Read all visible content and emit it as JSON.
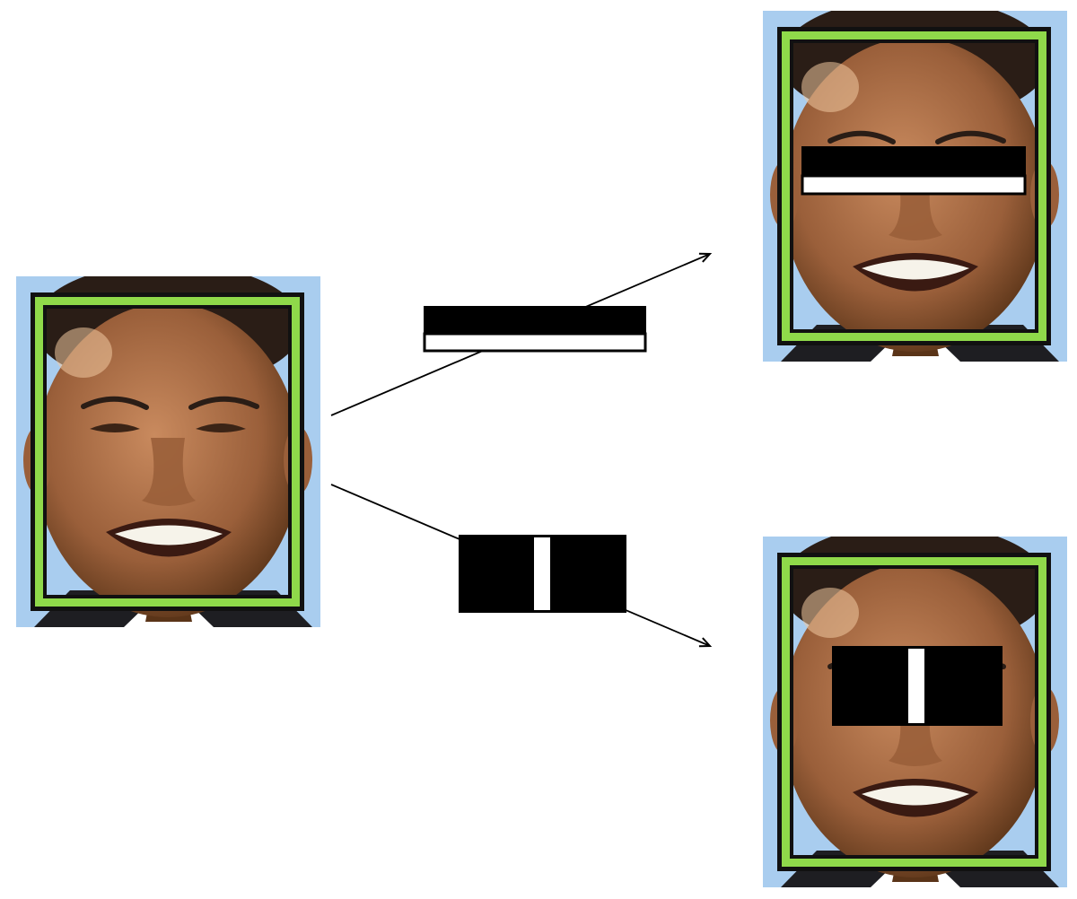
{
  "diagram": {
    "colors": {
      "background": "#ffffff",
      "sky": "#a9cdef",
      "skin_light": "#c98a5e",
      "skin_mid": "#9a5f3a",
      "skin_dark": "#5a3418",
      "hair": "#2a1d16",
      "teeth": "#f6f3ea",
      "mouth": "#3a1a12",
      "suit": "#1e1e22",
      "shirt": "#ffffff",
      "detection_frame_green": "#8fd94a",
      "detection_frame_black": "#111111",
      "feature_dark": "#000000",
      "feature_light": "#ffffff",
      "arrow": "#000000"
    },
    "nodes": [
      {
        "id": "input-face",
        "kind": "photo"
      },
      {
        "id": "output-face-top",
        "kind": "photo"
      },
      {
        "id": "output-face-bottom",
        "kind": "photo"
      }
    ],
    "haar_features": [
      {
        "id": "edge-feature",
        "orientation": "horizontal",
        "pattern": [
          "dark",
          "light"
        ]
      },
      {
        "id": "line-feature",
        "orientation": "vertical",
        "pattern": [
          "dark",
          "light",
          "dark"
        ]
      }
    ],
    "edges": [
      {
        "from": "input-face",
        "to": "output-face-top",
        "via": "edge-feature"
      },
      {
        "from": "input-face",
        "to": "output-face-bottom",
        "via": "line-feature"
      }
    ]
  }
}
